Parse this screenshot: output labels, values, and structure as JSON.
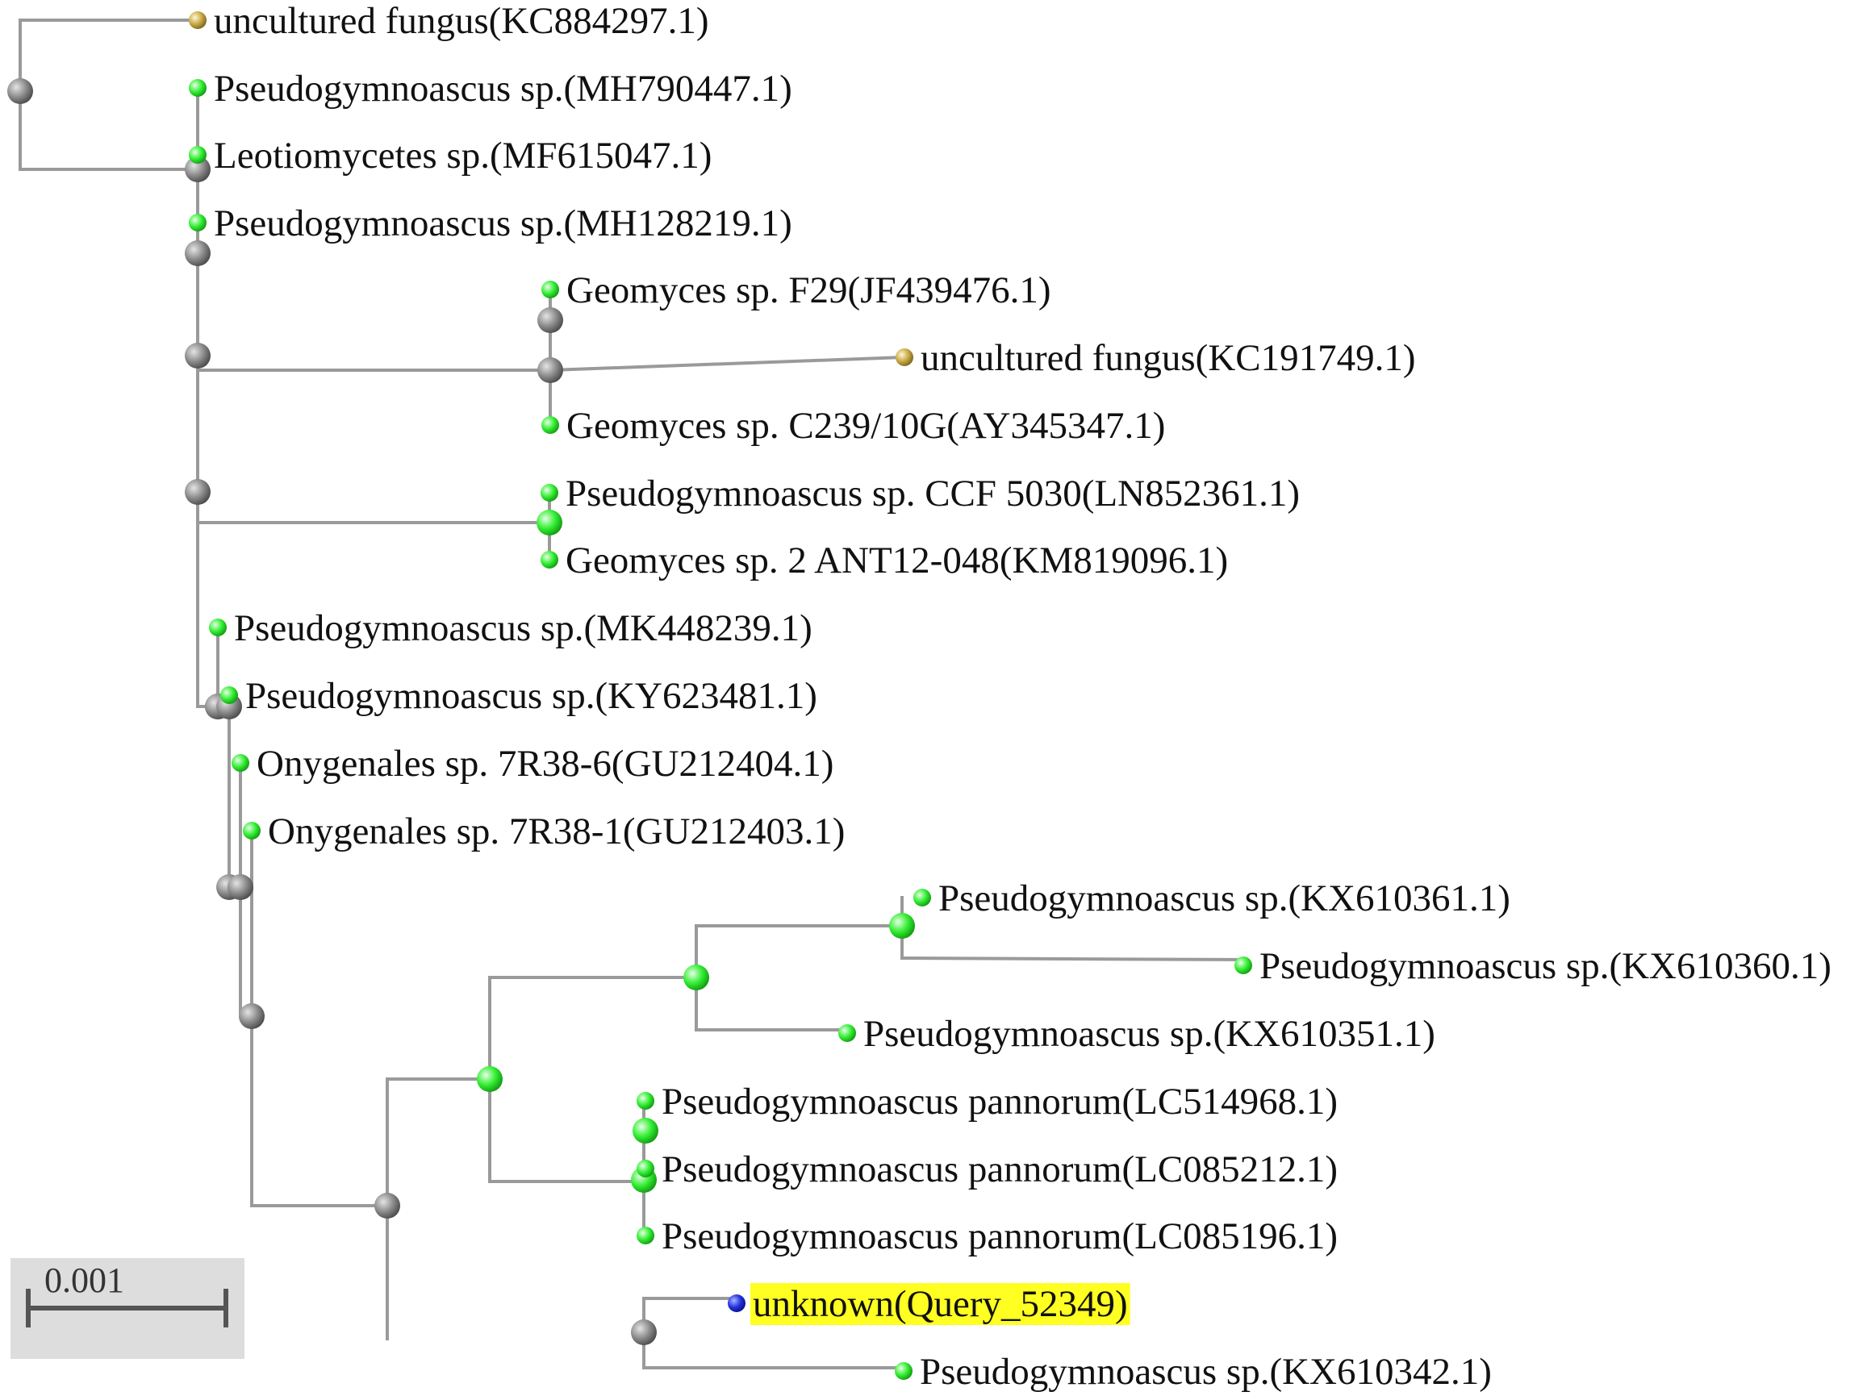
{
  "colors": {
    "edge": "#9a9a9a",
    "internal_node": "#8c8c8c",
    "leaf_ncbi": "#33ee33",
    "leaf_uncultured": "#c8aa44",
    "leaf_query": "#2233dd",
    "query_highlight": "#ffff22",
    "scale_box": "#dddddd"
  },
  "tree": {
    "leaves": [
      {
        "label": "uncultured fungus(KC884297.1)",
        "type": "uncultured"
      },
      {
        "label": "Pseudogymnoascus sp.(MH790447.1)",
        "type": "ncbi"
      },
      {
        "label": "Leotiomycetes sp.(MF615047.1)",
        "type": "ncbi"
      },
      {
        "label": "Pseudogymnoascus sp.(MH128219.1)",
        "type": "ncbi"
      },
      {
        "label": "Geomyces sp. F29(JF439476.1)",
        "type": "ncbi"
      },
      {
        "label": "uncultured fungus(KC191749.1)",
        "type": "uncultured"
      },
      {
        "label": "Geomyces sp. C239/10G(AY345347.1)",
        "type": "ncbi"
      },
      {
        "label": "Pseudogymnoascus sp. CCF 5030(LN852361.1)",
        "type": "ncbi"
      },
      {
        "label": "Geomyces sp. 2 ANT12-048(KM819096.1)",
        "type": "ncbi"
      },
      {
        "label": "Pseudogymnoascus sp.(MK448239.1)",
        "type": "ncbi"
      },
      {
        "label": "Pseudogymnoascus sp.(KY623481.1)",
        "type": "ncbi"
      },
      {
        "label": "Onygenales sp. 7R38-6(GU212404.1)",
        "type": "ncbi"
      },
      {
        "label": "Onygenales sp. 7R38-1(GU212403.1)",
        "type": "ncbi"
      },
      {
        "label": "Pseudogymnoascus sp.(KX610361.1)",
        "type": "ncbi"
      },
      {
        "label": "Pseudogymnoascus sp.(KX610360.1)",
        "type": "ncbi"
      },
      {
        "label": "Pseudogymnoascus sp.(KX610351.1)",
        "type": "ncbi"
      },
      {
        "label": "Pseudogymnoascus pannorum(LC514968.1)",
        "type": "ncbi"
      },
      {
        "label": "Pseudogymnoascus pannorum(LC085212.1)",
        "type": "ncbi"
      },
      {
        "label": "Pseudogymnoascus pannorum(LC085196.1)",
        "type": "ncbi"
      },
      {
        "label": "unknown(Query_52349)",
        "type": "query"
      },
      {
        "label": "Pseudogymnoascus sp.(KX610342.1)",
        "type": "ncbi"
      }
    ]
  },
  "scale_bar": {
    "label": "0.001"
  }
}
